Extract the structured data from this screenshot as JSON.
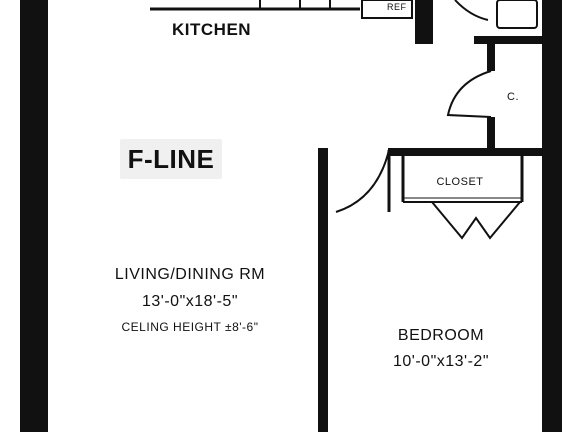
{
  "plan": {
    "kitchen": "KITCHEN",
    "line_name": "F-LINE",
    "living_dining": {
      "name": "LIVING/DINING RM",
      "dimensions": "13'-0\"x18'-5\"",
      "ceiling": "CELING HEIGHT ±8'-6\""
    },
    "bedroom": {
      "name": "BEDROOM",
      "dimensions": "10'-0\"x13'-2\""
    },
    "closet": "CLOSET",
    "small_closet": "C.",
    "refrigerator": "REF"
  },
  "colors": {
    "wall": "#111111",
    "background": "#ffffff"
  }
}
